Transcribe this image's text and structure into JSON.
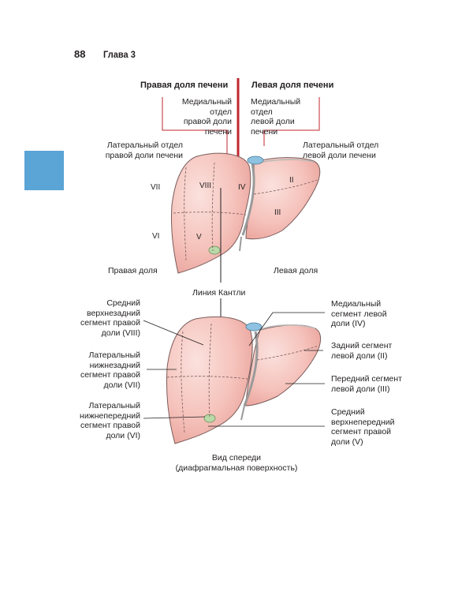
{
  "header": {
    "page_number": "88",
    "chapter": "Глава 3"
  },
  "top_labels": {
    "right_lobe": "Правая доля печени",
    "left_lobe": "Левая доля печени",
    "medial_right": [
      "Медиальный",
      "отдел",
      "правой доли",
      "печени"
    ],
    "medial_left": [
      "Медиальный",
      "отдел",
      "левой доли",
      "печени"
    ],
    "lateral_right": [
      "Латеральный отдел",
      "правой доли печени"
    ],
    "lateral_left": [
      "Латеральный отдел",
      "левой доли печени"
    ]
  },
  "segments_top": {
    "s7": "VII",
    "s8": "VIII",
    "s4": "IV",
    "s2": "II",
    "s3": "III",
    "s6": "VI",
    "s5": "V"
  },
  "mid_labels": {
    "right_lobe": "Правая доля",
    "left_lobe": "Левая доля",
    "cantlie": "Линия Кантли"
  },
  "left_callouts": [
    [
      "Средний",
      "верхнезадний",
      "сегмент правой",
      "доли (VIII)"
    ],
    [
      "Латеральный",
      "нижнезадний",
      "сегмент правой",
      "доли (VII)"
    ],
    [
      "Латеральный",
      "нижнепередний",
      "сегмент правой",
      "доли (VI)"
    ]
  ],
  "right_callouts": [
    [
      "Медиальный",
      "сегмент левой",
      "доли (IV)"
    ],
    [
      "Задний сегмент",
      "левой доли (II)"
    ],
    [
      "Передний сегмент",
      "левой доли (III)"
    ],
    [
      "Средний",
      "верхнепередний",
      "сегмент правой",
      "доли (V)"
    ]
  ],
  "caption": [
    "Вид спереди",
    "(диафрагмальная поверхность)"
  ],
  "colors": {
    "tab": "#5ba4d6",
    "divider": "#c1272d",
    "liver": "#f4bcb6",
    "vessel": "#8ec2e0",
    "gallbladder": "#b9d9a8"
  }
}
